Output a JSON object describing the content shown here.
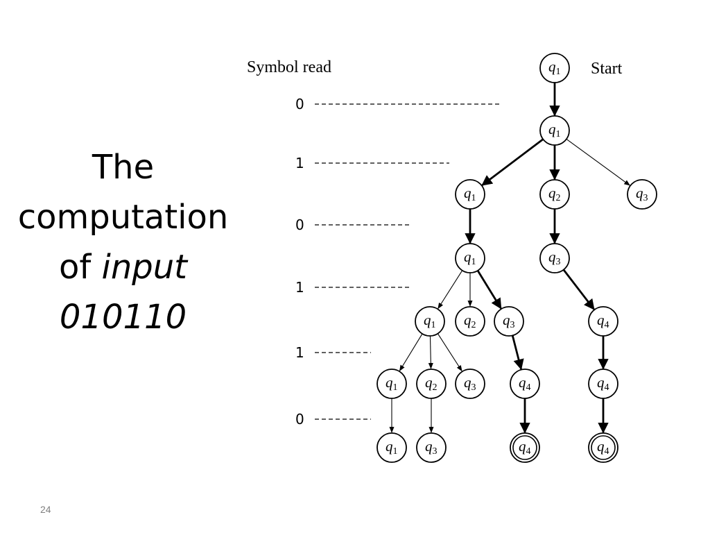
{
  "slide": {
    "title_line1": "The",
    "title_line2": "computation",
    "title_line3_plain": "of ",
    "title_line3_italic": "input",
    "title_line4": "010110",
    "page_number": "24"
  },
  "diagram": {
    "symbol_header": "Symbol read",
    "start_label": "Start",
    "symbols": [
      "0",
      "1",
      "0",
      "1",
      "1",
      "0"
    ],
    "nodes": [
      {
        "id": "n0",
        "state": "1",
        "accept": false
      },
      {
        "id": "n1",
        "state": "1",
        "accept": false
      },
      {
        "id": "n2",
        "state": "1",
        "accept": false
      },
      {
        "id": "n3",
        "state": "2",
        "accept": false
      },
      {
        "id": "n4",
        "state": "3",
        "accept": false
      },
      {
        "id": "n5",
        "state": "1",
        "accept": false
      },
      {
        "id": "n6",
        "state": "3",
        "accept": false
      },
      {
        "id": "n7",
        "state": "1",
        "accept": false
      },
      {
        "id": "n8",
        "state": "2",
        "accept": false
      },
      {
        "id": "n9",
        "state": "3",
        "accept": false
      },
      {
        "id": "n10",
        "state": "4",
        "accept": false
      },
      {
        "id": "n11",
        "state": "1",
        "accept": false
      },
      {
        "id": "n12",
        "state": "2",
        "accept": false
      },
      {
        "id": "n13",
        "state": "3",
        "accept": false
      },
      {
        "id": "n14",
        "state": "4",
        "accept": false
      },
      {
        "id": "n15",
        "state": "4",
        "accept": false
      },
      {
        "id": "n16",
        "state": "1",
        "accept": false
      },
      {
        "id": "n17",
        "state": "3",
        "accept": false
      },
      {
        "id": "n18",
        "state": "4",
        "accept": true
      },
      {
        "id": "n19",
        "state": "4",
        "accept": true
      }
    ],
    "edges": [
      {
        "from": "n0",
        "to": "n1",
        "bold": true
      },
      {
        "from": "n1",
        "to": "n2",
        "bold": true
      },
      {
        "from": "n1",
        "to": "n3",
        "bold": true
      },
      {
        "from": "n1",
        "to": "n4",
        "bold": false
      },
      {
        "from": "n2",
        "to": "n5",
        "bold": true
      },
      {
        "from": "n3",
        "to": "n6",
        "bold": true
      },
      {
        "from": "n5",
        "to": "n7",
        "bold": false
      },
      {
        "from": "n5",
        "to": "n8",
        "bold": false
      },
      {
        "from": "n5",
        "to": "n9",
        "bold": true
      },
      {
        "from": "n6",
        "to": "n10",
        "bold": true
      },
      {
        "from": "n7",
        "to": "n11",
        "bold": false
      },
      {
        "from": "n7",
        "to": "n12",
        "bold": false
      },
      {
        "from": "n7",
        "to": "n13",
        "bold": false
      },
      {
        "from": "n9",
        "to": "n14",
        "bold": true
      },
      {
        "from": "n10",
        "to": "n15",
        "bold": true
      },
      {
        "from": "n11",
        "to": "n16",
        "bold": false
      },
      {
        "from": "n12",
        "to": "n17",
        "bold": false
      },
      {
        "from": "n14",
        "to": "n18",
        "bold": true
      },
      {
        "from": "n15",
        "to": "n19",
        "bold": true
      }
    ]
  }
}
